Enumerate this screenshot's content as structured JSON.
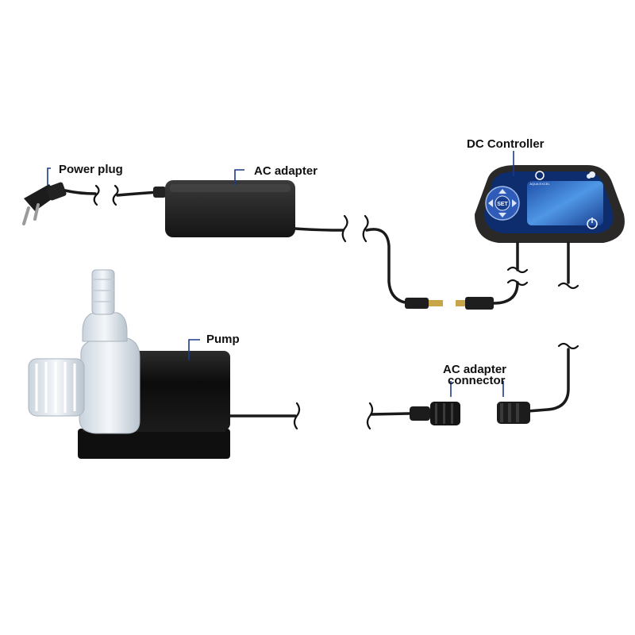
{
  "labels": {
    "power_plug": "Power plug",
    "ac_adapter": "AC adapter",
    "dc_controller": "DC Controller",
    "pump": "Pump",
    "connector_line1": "AC adapter",
    "connector_line2": "connector"
  },
  "controller": {
    "set_button": "SET",
    "brand_text": "AQUA EXCEL",
    "icons": [
      "up-arrow-icon",
      "down-arrow-icon",
      "left-arrow-icon",
      "right-arrow-icon",
      "power-icon",
      "brand-logo-icon",
      "weather-icon"
    ]
  },
  "colors": {
    "cable": "#1a1a1a",
    "controller_body": "#2b2828",
    "controller_face": "#0e2d6e",
    "screen": "#3d7fd6",
    "leader": "#1a3a8c",
    "pump_body": "#111111",
    "pump_clear": "#dfe6ec"
  }
}
